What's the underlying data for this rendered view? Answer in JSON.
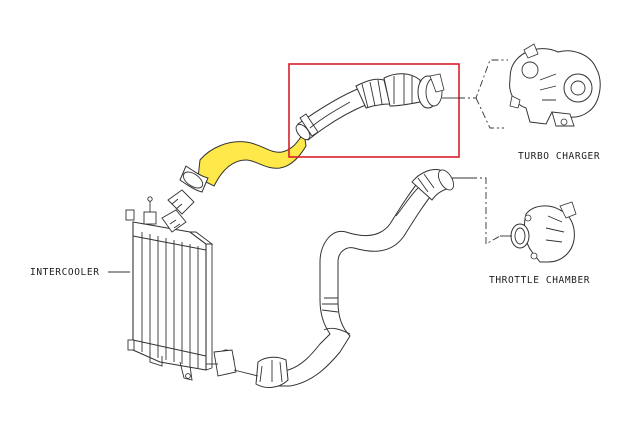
{
  "labels": {
    "turbo_charger": "TURBO CHARGER",
    "throttle_chamber": "THROTTLE CHAMBER",
    "intercooler": "INTERCOOLER"
  },
  "colors": {
    "highlight_hose": "#ffe94a",
    "highlight_box": "#d81e2c",
    "line": "#333333"
  }
}
